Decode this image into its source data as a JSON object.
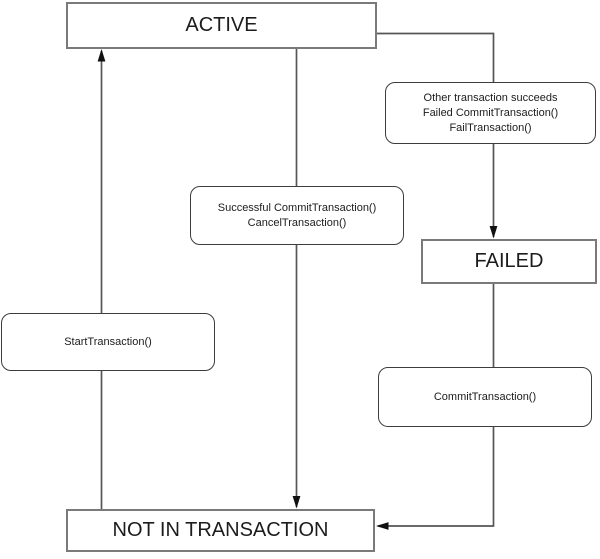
{
  "diagram": {
    "type": "state-transition-diagram",
    "states": {
      "active": "ACTIVE",
      "failed": "FAILED",
      "not_in_transaction": "NOT IN TRANSACTION"
    },
    "transition_labels": {
      "fail_reasons": {
        "lines": [
          "Other transaction succeeds",
          "Failed CommitTransaction()",
          "FailTransaction()"
        ],
        "from": "ACTIVE",
        "to": "FAILED"
      },
      "leave_active": {
        "lines": [
          "Successful CommitTransaction()",
          "CancelTransaction()"
        ],
        "from": "ACTIVE",
        "to": "NOT IN TRANSACTION"
      },
      "start": {
        "lines": [
          "StartTransaction()"
        ],
        "from": "NOT IN TRANSACTION",
        "to": "ACTIVE"
      },
      "commit_failed": {
        "lines": [
          "CommitTransaction()"
        ],
        "from": "FAILED",
        "to": "NOT IN TRANSACTION"
      }
    },
    "colors": {
      "background": "#ffffff",
      "state_border": "#7a7a7a",
      "label_border": "#3d3d3d",
      "connector_line": "#565656",
      "arrowhead": "#111111",
      "text": "#1c1c1c"
    }
  }
}
